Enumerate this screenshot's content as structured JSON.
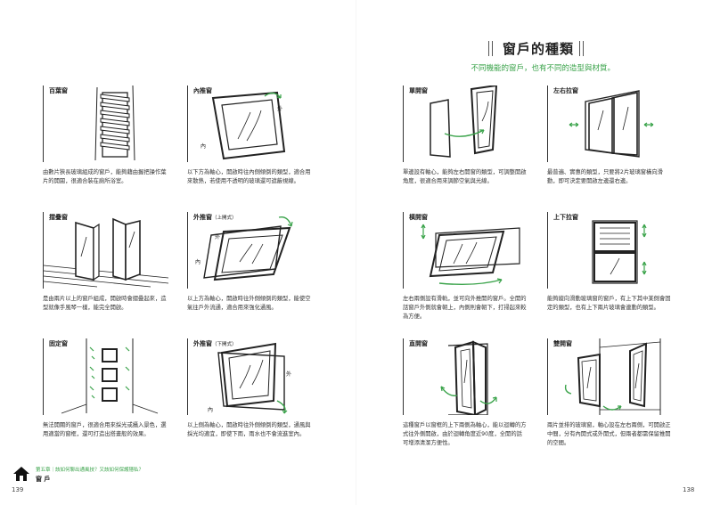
{
  "header": {
    "title": "窗戶的種類",
    "subtitle": "不同機能的窗戶，也有不同的造型與材質。"
  },
  "cards": [
    {
      "id": "louver",
      "label": "百葉窗",
      "tag": "",
      "desc": "由數片狹長玻璃組成的窗戶，能夠藉由握把操作葉片的開闔，很適合裝在廁所浴室。"
    },
    {
      "id": "inward",
      "label": "內推窗",
      "tag": "",
      "desc": "以下方為軸心，開啟時往內側傾倒的類型，適合用來散熱，若使用不透明的玻璃還可遮蔽視線。",
      "mark_out": "外",
      "mark_in": "內"
    },
    {
      "id": "casement",
      "label": "單開窗",
      "tag": "",
      "desc": "單邊設有軸心，能夠左右開窗的類型，可調整開啟角度，很適合用來調節空氣與光線。"
    },
    {
      "id": "sliding",
      "label": "左右拉窗",
      "tag": "",
      "desc": "最普遍、實惠的類型，只要將2片玻璃窗橫向滑動，即可決定要開啟左邊還右邊。"
    },
    {
      "id": "folding",
      "label": "摺疊窗",
      "tag": "",
      "desc": "是由兩片以上的窗戶組成，開啟時會摺疊起來，造型就像手風琴一樣，能完全開啟。"
    },
    {
      "id": "outward-top",
      "label": "外推窗",
      "tag": "（上開式）",
      "desc": "以上方為軸心，開啟時往外側傾倒的類型，能使空氣往戶外流通，適合用來強化通風。",
      "mark_out": "外",
      "mark_in": "內"
    },
    {
      "id": "horizontal-pivot",
      "label": "橫開窗",
      "tag": "",
      "desc": "左右兩側設有滑軌，並可向外推開的窗戶。全開的話窗戶外側就會朝上，內側則會朝下，打掃起來較為方便。"
    },
    {
      "id": "double-hung",
      "label": "上下拉窗",
      "tag": "",
      "desc": "能夠縱向滑動玻璃窗的窗戶，有上下其中某側會固定的類型，也有上下兩片玻璃會連動的類型。"
    },
    {
      "id": "fixed",
      "label": "固定窗",
      "tag": "",
      "desc": "無法開關的窗戶，很適合用來採光或攝入景色，選用適當的窗框，還可打造出搭畫般的效果。"
    },
    {
      "id": "outward-bottom",
      "label": "外推窗",
      "tag": "（下開式）",
      "desc": "以上側為軸心，開啟時往外側傾倒的類型，通風與採光均適宜，即使下雨，雨水也不會流進室內。",
      "mark_out": "外",
      "mark_in": "內"
    },
    {
      "id": "vertical-pivot",
      "label": "直開窗",
      "tag": "",
      "desc": "這種窗戶以窗框的上下兩側為軸心，能以迴轉的方式往外側開啟，由於迴轉角度近90度，全開的話可增添清潔方便性。"
    },
    {
      "id": "double-casement",
      "label": "雙開窗",
      "tag": "",
      "desc": "兩片並排的玻璃窗，軸心設在左右兩側，可開啟正中間，分有內開式或外開式，但兩者都需保留推開的空間。"
    }
  ],
  "footer": {
    "chapter": "第五章｜該如何聊出通風技？又該如何保護隱私？",
    "section": "窗 戶",
    "page_left": "139",
    "page_right": "138"
  },
  "colors": {
    "accent": "#3aa34a",
    "ink": "#222222"
  }
}
